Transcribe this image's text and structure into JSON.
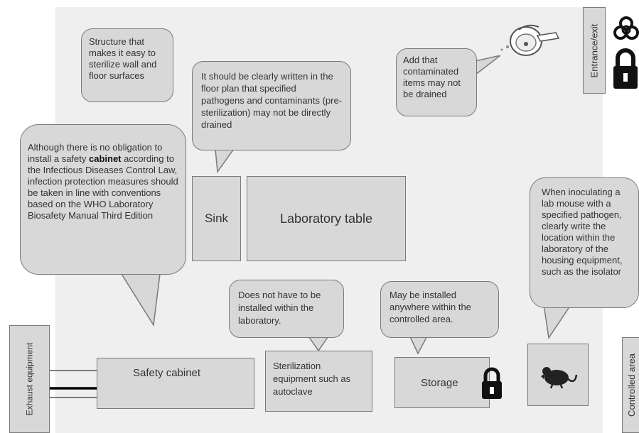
{
  "labels": {
    "entrance_exit": "Entrance/exit",
    "exhaust_equipment": "Exhaust equipment",
    "controlled_area": "Controlled area",
    "sink": "Sink",
    "laboratory_table": "Laboratory table",
    "safety_cabinet": "Safety cabinet",
    "sterilization_equipment": "Sterilization equipment such as autoclave",
    "storage": "Storage"
  },
  "callouts": {
    "wall_floor": "Structure that makes it easy to sterilize wall and floor surfaces",
    "floor_plan": "It should be clearly written in the floor plan that specified pathogens and contaminants (pre-sterilization) may not be directly drained",
    "contaminated": "Add that contaminated items may not be drained",
    "safety_cabinet_prefix": "Although there is no obligation to install a safety ",
    "safety_cabinet_bold": "cabinet",
    "safety_cabinet_suffix": " according to the Infectious Diseases Control Law, infection protection measures should be taken in line with conventions based on the WHO Laboratory Biosafety Manual Third Edition",
    "autoclave": "Does not have to be installed within the laboratory.",
    "storage_loc": "May be installed anywhere within the controlled area.",
    "mouse": "When inoculating a lab mouse with a specified pathogen, clearly write the location within the laboratory of the housing equipment, such as the isolator"
  },
  "icons": [
    "biohazard-icon",
    "padlock-icon",
    "mouse-icon",
    "sink-drain-icon"
  ],
  "colors": {
    "area": "#efefef",
    "box_fill": "#d8d8d8",
    "border": "#7a7a7a",
    "text": "#333333"
  }
}
